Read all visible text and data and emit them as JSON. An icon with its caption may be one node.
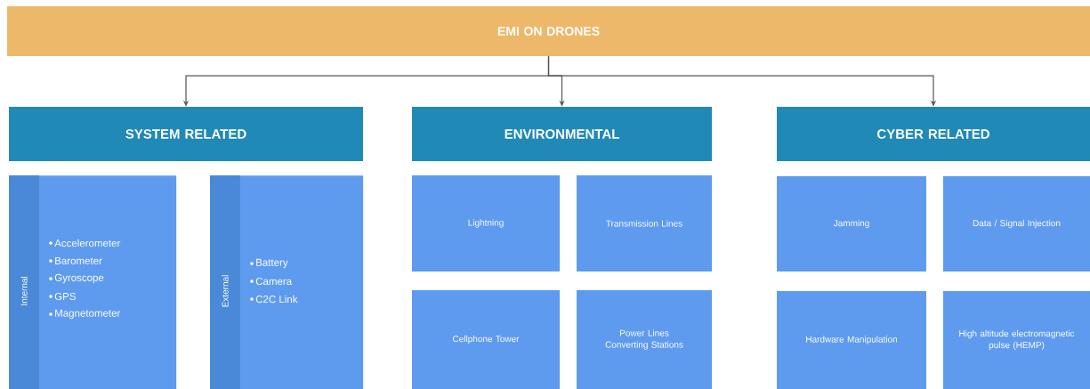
{
  "diagram": {
    "nodes": [
      {
        "text": [
          "EMI ON DRONES"
        ]
      },
      {
        "text": [
          "SYSTEM RELATED"
        ]
      },
      {
        "text": [
          "ENVIRONMENTAL"
        ]
      },
      {
        "text": [
          "CYBER RELATED"
        ]
      },
      {
        "text": [
          "Internal",
          "Accelerometer",
          "Barometer",
          "Gyroscope",
          "GPS",
          "Magnetometer"
        ]
      },
      {
        "text": [
          "External",
          "Battery",
          "Camera",
          "C2C Link"
        ]
      },
      {
        "text": [
          "Lightning"
        ]
      },
      {
        "text": [
          "Transmission Lines"
        ]
      },
      {
        "text": [
          "Cellphone Tower"
        ]
      },
      {
        "text": [
          "Power Lines Converting Stations"
        ]
      },
      {
        "text": [
          "Jamming"
        ]
      },
      {
        "text": [
          "Data / Signal Injection"
        ]
      },
      {
        "text": [
          "Hardware Manipulation"
        ]
      },
      {
        "text": [
          "High altitude electromagnetic pulse (HEMP)"
        ]
      }
    ],
    "edges": [
      {
        "from": 0,
        "to": 1,
        "arrow": "to"
      },
      {
        "from": 0,
        "to": 2,
        "arrow": "to"
      },
      {
        "from": 0,
        "to": 3,
        "arrow": "to"
      }
    ]
  }
}
